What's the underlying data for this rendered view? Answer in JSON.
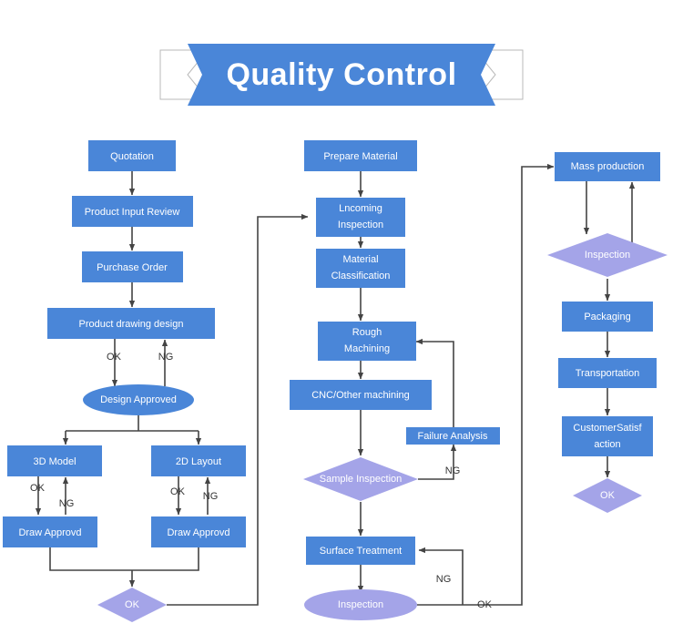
{
  "banner": {
    "title": "Quality Control",
    "ribbon_color": "#4a86d8",
    "rule_color": "#a8c6ee"
  },
  "theme": {
    "process_fill": "#4a86d8",
    "decision_fill": "#a4a4e8",
    "terminator_fill": "#4a86d8",
    "terminator_alt_fill": "#a4a4e8",
    "node_text": "#ffffff",
    "edge_color": "#444444",
    "edge_label_text": "#333333",
    "background": "#ffffff"
  },
  "chart_data": {
    "type": "diagram",
    "title": "Quality Control",
    "diagram_kind": "flowchart",
    "lanes": [
      {
        "name": "design-lane",
        "nodes": [
          "Quotation",
          "Product Input Review",
          "Purchase Order",
          "Product drawing design",
          "Design Approved",
          "3D Model",
          "2D Layout",
          "Draw Approvd",
          "Draw Approvd",
          "OK"
        ]
      },
      {
        "name": "production-lane",
        "nodes": [
          "Prepare Material",
          "Lncoming Inspection",
          "Material Classification",
          "Rough Machining",
          "CNC/Other machining",
          "Failure Analysis",
          "Sample Inspection",
          "Surface Treatment",
          "Inspection"
        ]
      },
      {
        "name": "delivery-lane",
        "nodes": [
          "Mass production",
          "Inspection",
          "Packaging",
          "Transportation",
          "CustomerSatisfaction",
          "OK"
        ]
      }
    ]
  },
  "nodes": {
    "quotation": {
      "label": "Quotation",
      "shape": "process"
    },
    "product_input_review": {
      "label": "Product Input Review",
      "shape": "process"
    },
    "purchase_order": {
      "label": "Purchase Order",
      "shape": "process"
    },
    "product_drawing_design": {
      "label": "Product drawing design",
      "shape": "process"
    },
    "design_approved": {
      "label": "Design Approved",
      "shape": "terminator"
    },
    "model_3d": {
      "label": "3D Model",
      "shape": "process"
    },
    "layout_2d": {
      "label": "2D Layout",
      "shape": "process"
    },
    "draw_approvd_left": {
      "label": "Draw Approvd",
      "shape": "process"
    },
    "draw_approvd_right": {
      "label": "Draw Approvd",
      "shape": "process"
    },
    "ok_design": {
      "label": "OK",
      "shape": "decision"
    },
    "prepare_material": {
      "label": "Prepare Material",
      "shape": "process"
    },
    "incoming_inspection_l1": {
      "label": "Lncoming",
      "shape": "process"
    },
    "incoming_inspection_l2": {
      "label": "Inspection",
      "shape": "process"
    },
    "material_classification_l1": {
      "label": "Material",
      "shape": "process"
    },
    "material_classification_l2": {
      "label": "Classification",
      "shape": "process"
    },
    "rough_machining_l1": {
      "label": "Rough",
      "shape": "process"
    },
    "rough_machining_l2": {
      "label": "Machining",
      "shape": "process"
    },
    "cnc_other_machining": {
      "label": "CNC/Other machining",
      "shape": "process"
    },
    "failure_analysis": {
      "label": "Failure Analysis",
      "shape": "process"
    },
    "sample_inspection": {
      "label": "Sample Inspection",
      "shape": "decision"
    },
    "surface_treatment": {
      "label": "Surface Treatment",
      "shape": "process"
    },
    "inspection_mid": {
      "label": "Inspection",
      "shape": "terminator-alt"
    },
    "mass_production": {
      "label": "Mass production",
      "shape": "process"
    },
    "inspection_right": {
      "label": "Inspection",
      "shape": "decision"
    },
    "packaging": {
      "label": "Packaging",
      "shape": "process"
    },
    "transportation": {
      "label": "Transportation",
      "shape": "process"
    },
    "customer_satisfaction_l1": {
      "label": "CustomerSatisf",
      "shape": "process"
    },
    "customer_satisfaction_l2": {
      "label": "action",
      "shape": "process"
    },
    "ok_right": {
      "label": "OK",
      "shape": "decision"
    }
  },
  "edge_labels": {
    "design_ok": "OK",
    "design_ng": "NG",
    "model3d_ok": "OK",
    "model3d_ng": "NG",
    "layout2d_ok": "OK",
    "layout2d_ng": "NG",
    "sample_ng": "NG",
    "inspection_ng": "NG",
    "inspection_ok": "OK"
  }
}
